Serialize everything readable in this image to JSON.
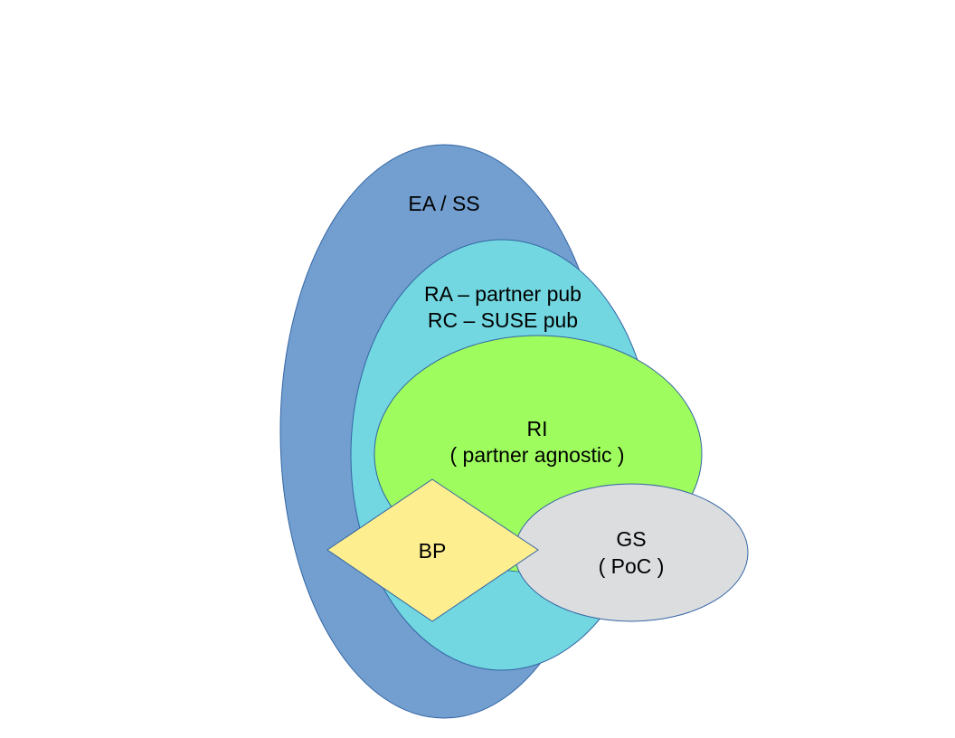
{
  "diagram": {
    "shapes": {
      "ea_ss": {
        "label": "EA / SS",
        "fill": "#729fcf"
      },
      "ra_rc": {
        "line1": "RA – partner pub",
        "line2": "RC – SUSE pub",
        "fill": "#72d7e0"
      },
      "ri": {
        "line1": "RI",
        "line2": "( partner agnostic )",
        "fill": "#9efc5e"
      },
      "bp": {
        "label": "BP",
        "fill": "#fdee8f"
      },
      "gs": {
        "line1": "GS",
        "line2": "( PoC )",
        "fill": "#dcdddf"
      }
    },
    "stroke": "#3465a4"
  }
}
